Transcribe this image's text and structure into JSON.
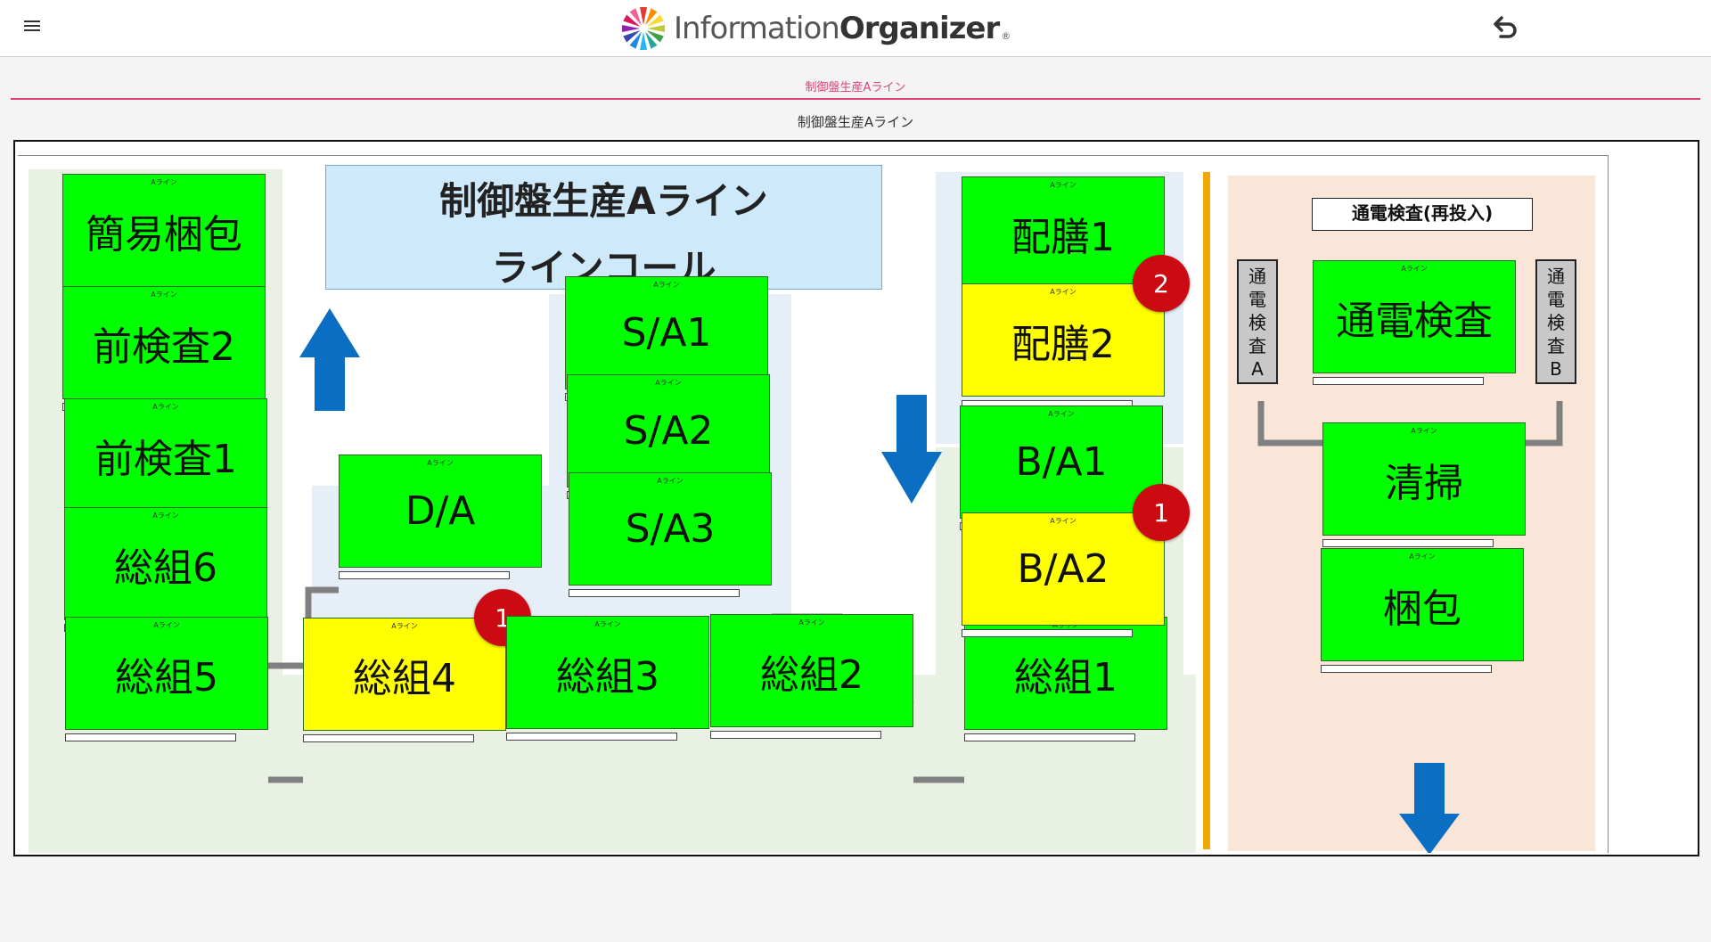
{
  "app": {
    "logo_text_light": "Information",
    "logo_text_bold": "Organizer",
    "logo_mark": "®"
  },
  "tabs": [
    {
      "label": "制御盤生産Aライン"
    }
  ],
  "page_title": "制御盤生産Aライン",
  "board": {
    "title_line1": "制御盤生産Aライン",
    "title_line2": "ラインコール",
    "line_label": "Aライン",
    "retest_label": "通電検査(再投入)",
    "side_label_a": [
      "通",
      "電",
      "検",
      "査",
      "A"
    ],
    "side_label_b": [
      "通",
      "電",
      "検",
      "査",
      "B"
    ],
    "stations": [
      {
        "id": "kanni",
        "name": "簡易梱包",
        "status": "green"
      },
      {
        "id": "maekensa2",
        "name": "前検査2",
        "status": "green"
      },
      {
        "id": "maekensa1",
        "name": "前検査1",
        "status": "green"
      },
      {
        "id": "sokumi6",
        "name": "総組6",
        "status": "green"
      },
      {
        "id": "sokumi5",
        "name": "総組5",
        "status": "green"
      },
      {
        "id": "sokumi4",
        "name": "総組4",
        "status": "yellow",
        "badge": "1"
      },
      {
        "id": "sokumi3",
        "name": "総組3",
        "status": "green"
      },
      {
        "id": "sokumi2",
        "name": "総組2",
        "status": "green"
      },
      {
        "id": "sokumi1",
        "name": "総組1",
        "status": "green"
      },
      {
        "id": "da",
        "name": "D/A",
        "status": "green"
      },
      {
        "id": "sa1",
        "name": "S/A1",
        "status": "green"
      },
      {
        "id": "sa2",
        "name": "S/A2",
        "status": "green"
      },
      {
        "id": "sa3",
        "name": "S/A3",
        "status": "green"
      },
      {
        "id": "haizen1",
        "name": "配膳1",
        "status": "green"
      },
      {
        "id": "haizen2",
        "name": "配膳2",
        "status": "yellow",
        "badge": "2"
      },
      {
        "id": "ba1",
        "name": "B/A1",
        "status": "green"
      },
      {
        "id": "ba2",
        "name": "B/A2",
        "status": "yellow",
        "badge": "1"
      },
      {
        "id": "tsuden",
        "name": "通電検査",
        "status": "green"
      },
      {
        "id": "seiso",
        "name": "清掃",
        "status": "green"
      },
      {
        "id": "konpo",
        "name": "梱包",
        "status": "green"
      }
    ]
  },
  "colors": {
    "green": "#00ff00",
    "yellow": "#ffff00",
    "badge": "#cc0a12",
    "accent": "#e0407a",
    "arrow_blue": "#0a6fc2",
    "flow_gray": "#808080",
    "divider": "#f0a800"
  },
  "icons": {
    "menu": "hamburger-icon",
    "back": "undo-arrow-icon",
    "logo": "pinwheel-logo-icon"
  }
}
